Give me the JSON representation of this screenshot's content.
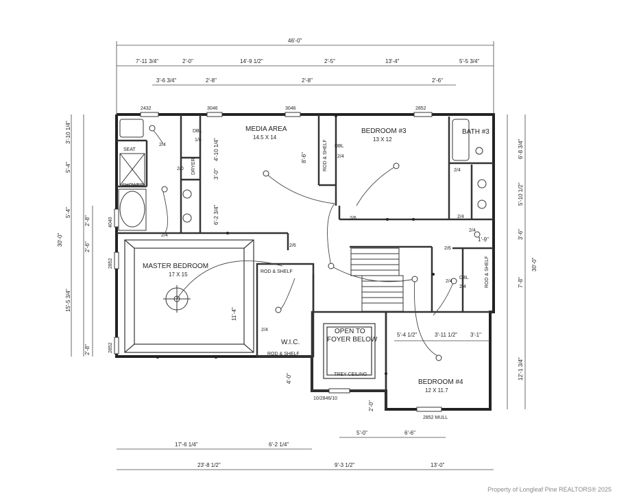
{
  "rooms": {
    "media": {
      "name": "MEDIA AREA",
      "size": "14.5 X 14"
    },
    "bed3": {
      "name": "BEDROOM #3",
      "size": "13 X 12"
    },
    "bath3": {
      "name": "BATH #3"
    },
    "master": {
      "name": "MASTER BEDROOM",
      "size": "17 X 15"
    },
    "wic": {
      "name": "W.I.C."
    },
    "open": {
      "line1": "OPEN TO",
      "line2": "FOYER BELOW",
      "ceiling": "TREY CEILING"
    },
    "bed4": {
      "name": "BEDROOM #4",
      "size": "12 X 11.7"
    }
  },
  "dims": {
    "top_total": "46'-0\"",
    "top1": [
      "7'-11 3/4\"",
      "2'-0\"",
      "14'-9 1/2\"",
      "2'-5\"",
      "13'-4\"",
      "5'-5 3/4\""
    ],
    "top2": [
      "3'-6 3/4\"",
      "2'-8\"",
      "2'-8\"",
      "2'-6\""
    ],
    "left_total": "30'-0\"",
    "left1": [
      "3'-10 1/4\"",
      "5'-4\"",
      "5'-4\"",
      "15'-5 3/4\""
    ],
    "left2": [
      "2'-8\"",
      "2'-6\"",
      "2'-8\""
    ],
    "right_total": "30'-0\"",
    "right1": [
      "6'-8 3/4\"",
      "5'-10 1/2\"",
      "3'-6\"",
      "7'-8\"",
      "12'-1 3/4\""
    ],
    "bottom1": [
      "17'-6 1/4\"",
      "6'-2 1/4\""
    ],
    "bottom2": [
      "23'-8 1/2\"",
      "9'-3 1/2\"",
      "13'-0\""
    ],
    "bottom_inner": [
      "5'-0\"",
      "6'-6\""
    ],
    "bed4_top": [
      "5'-4 1/2\"",
      "3'-11 1/2\"",
      "3'-1\""
    ],
    "interior": [
      "4'-10 1/4\"",
      "3'-0\"",
      "6'-2 3/4\"",
      "8'-6\"",
      "11'-4\"",
      "4'-0\"",
      "2'-0\"",
      "1'-9\""
    ]
  },
  "windows": [
    "2432",
    "3046",
    "3046",
    "2852",
    "4040",
    "2852",
    "2852",
    "10/2846/10",
    "2852 MULL"
  ],
  "doors": [
    "2/4",
    "2/4",
    "2/0",
    "2/4",
    "2/6",
    "2/4",
    "2/4",
    "2/6",
    "2/4",
    "2/4",
    "2/6",
    "2/4",
    "2/4"
  ],
  "labels": {
    "dbl": "DBL",
    "dbl_size": "1/6",
    "seat": "SEAT",
    "shower": "SHOWER",
    "rod_shelf": "ROD & SHELF",
    "dryer": "DRYER"
  },
  "watermark": "Property of Longleaf Pine REALTORS® 2025"
}
